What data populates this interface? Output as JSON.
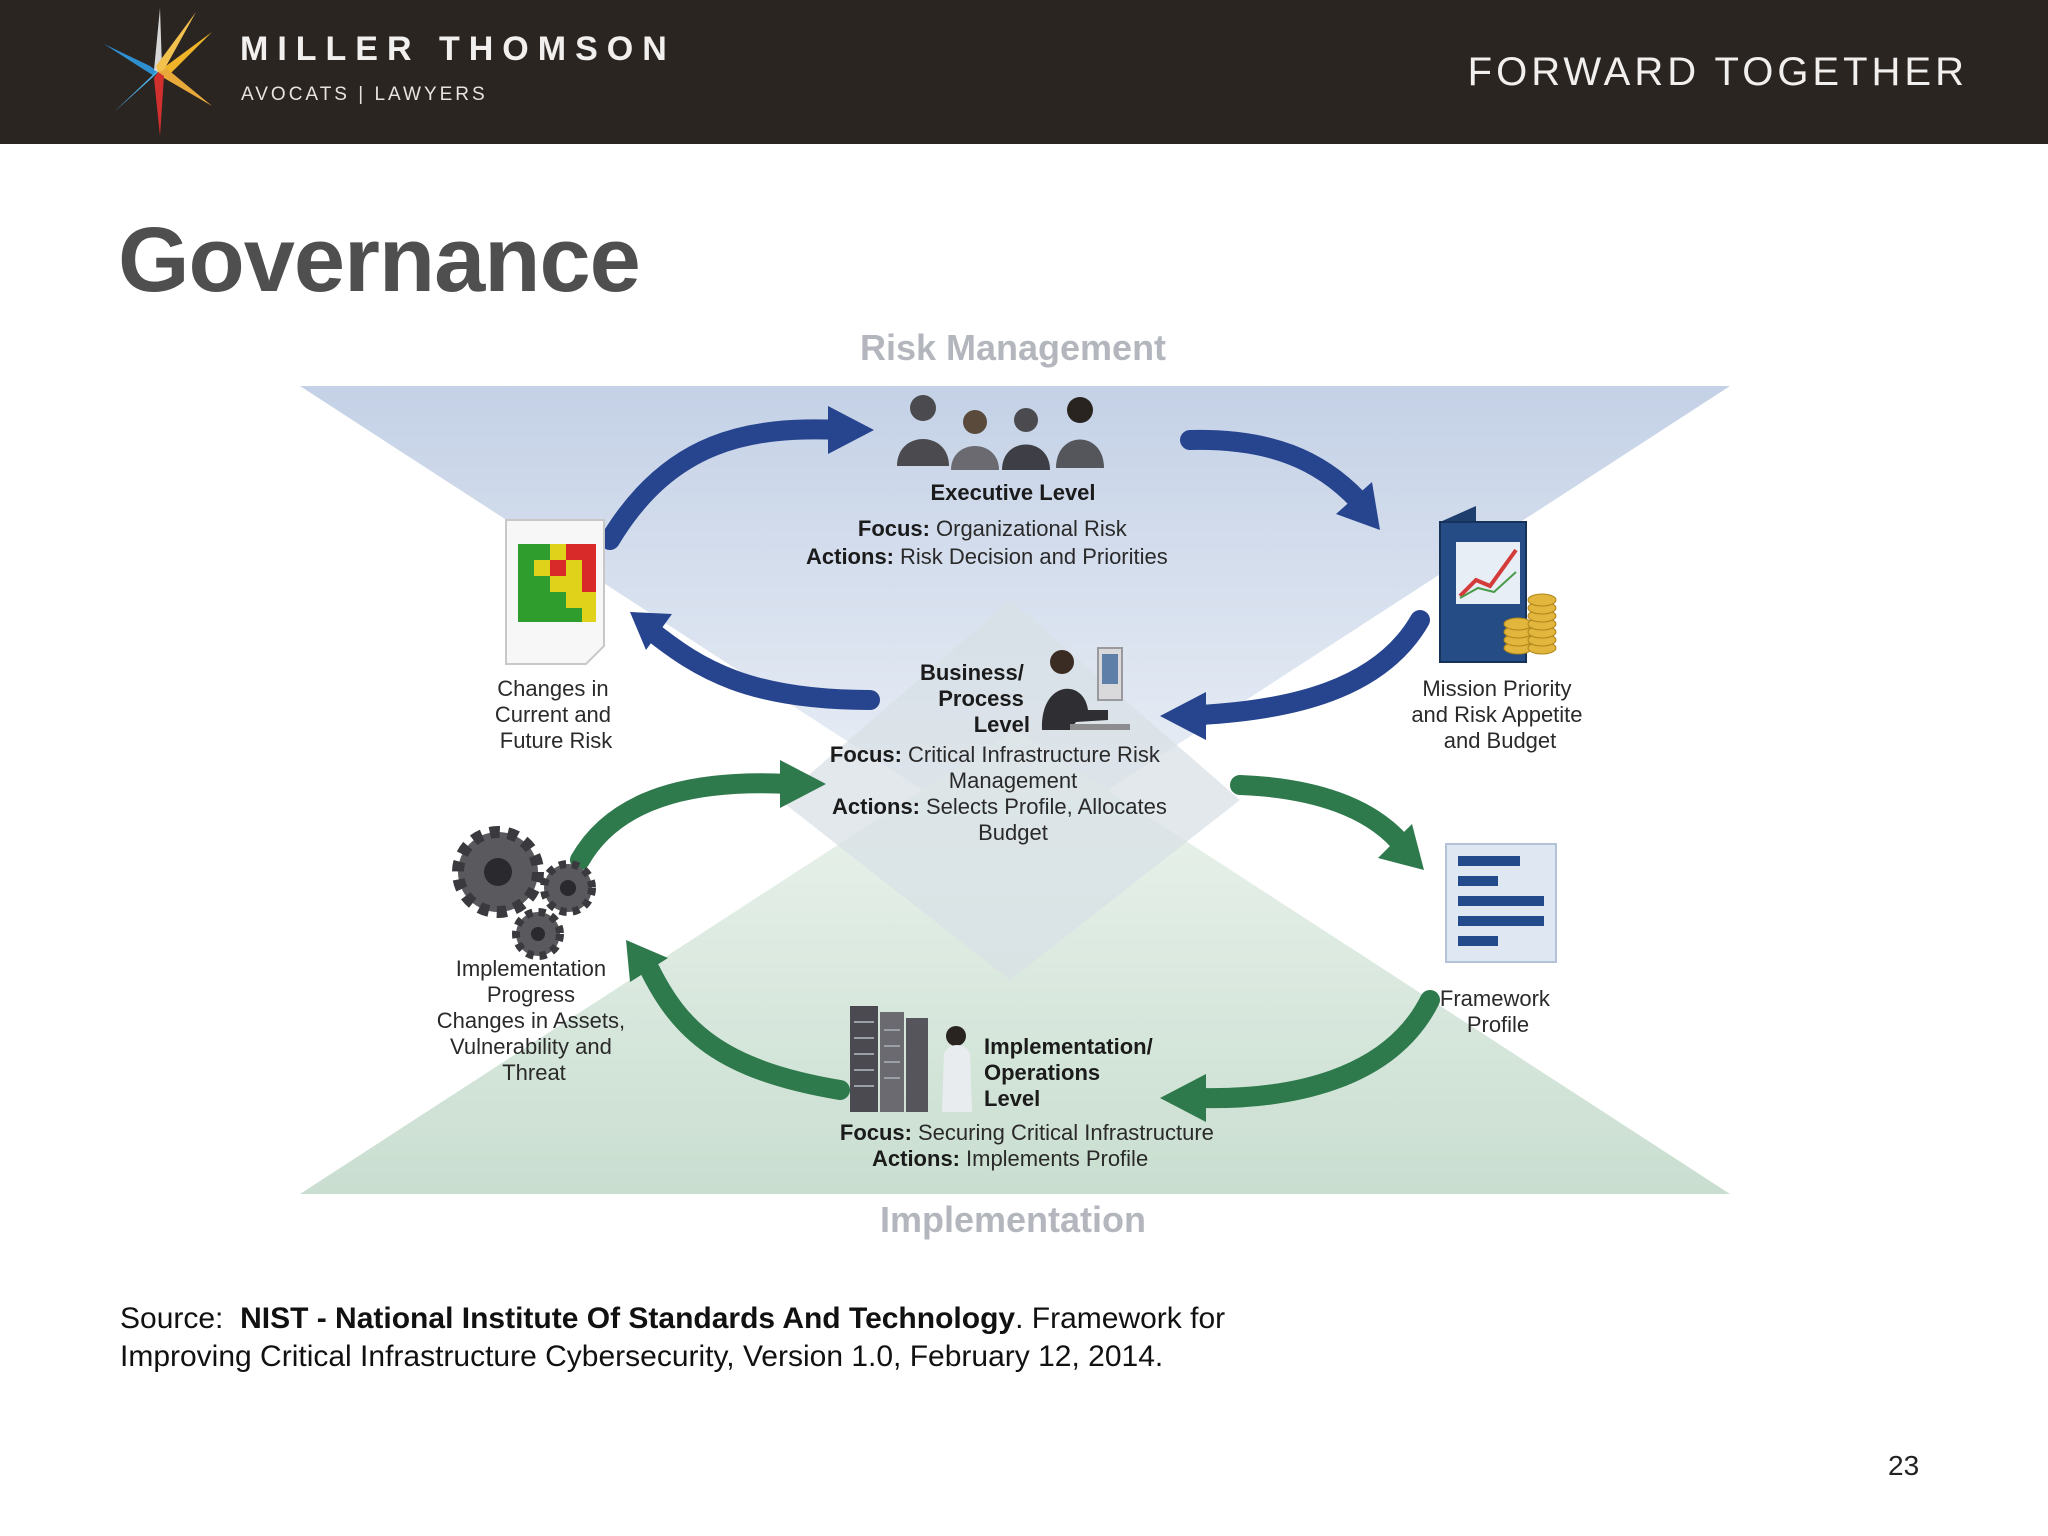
{
  "header": {
    "brand_name": "MILLER THOMSON",
    "brand_sub": "AVOCATS | LAWYERS",
    "tagline": "FORWARD TOGETHER"
  },
  "title": "Governance",
  "diagram": {
    "top_label": "Risk Management",
    "bottom_label": "Implementation",
    "executive": {
      "heading": "Executive Level",
      "focus_label": "Focus:",
      "focus_text": "Organizational Risk",
      "actions_label": "Actions:",
      "actions_text": "Risk Decision and Priorities"
    },
    "business": {
      "heading_lines": [
        "Business/",
        "Process",
        "Level"
      ],
      "focus_label": "Focus:",
      "focus_lines": [
        "Critical Infrastructure Risk",
        "Management"
      ],
      "actions_label": "Actions:",
      "actions_lines": [
        "Selects Profile, Allocates",
        "Budget"
      ]
    },
    "implementation": {
      "heading_lines": [
        "Implementation/",
        "Operations",
        "Level"
      ],
      "focus_label": "Focus:",
      "focus_text": "Securing Critical Infrastructure",
      "actions_label": "Actions:",
      "actions_text": "Implements Profile"
    },
    "side_labels": {
      "changes_risk": [
        "Changes in",
        "Current and",
        "Future Risk"
      ],
      "mission_priority": [
        "Mission Priority",
        "and Risk Appetite",
        "and Budget"
      ],
      "framework_profile": [
        "Framework",
        "Profile"
      ],
      "implementation_progress": [
        "Implementation",
        "Progress",
        "Changes in Assets,",
        "Vulnerability and",
        "Threat"
      ]
    },
    "colors": {
      "risk_band": "#c9d4e6",
      "impl_band": "#cfe1d6",
      "blue_arrow": "#27448f",
      "green_arrow": "#2f7a4d"
    }
  },
  "source": {
    "prefix": "Source:",
    "org": "NIST - National Institute Of Standards And Technology",
    "rest": ". Framework for Improving Critical Infrastructure Cybersecurity, Version 1.0, February 12, 2014."
  },
  "page_number": "23"
}
